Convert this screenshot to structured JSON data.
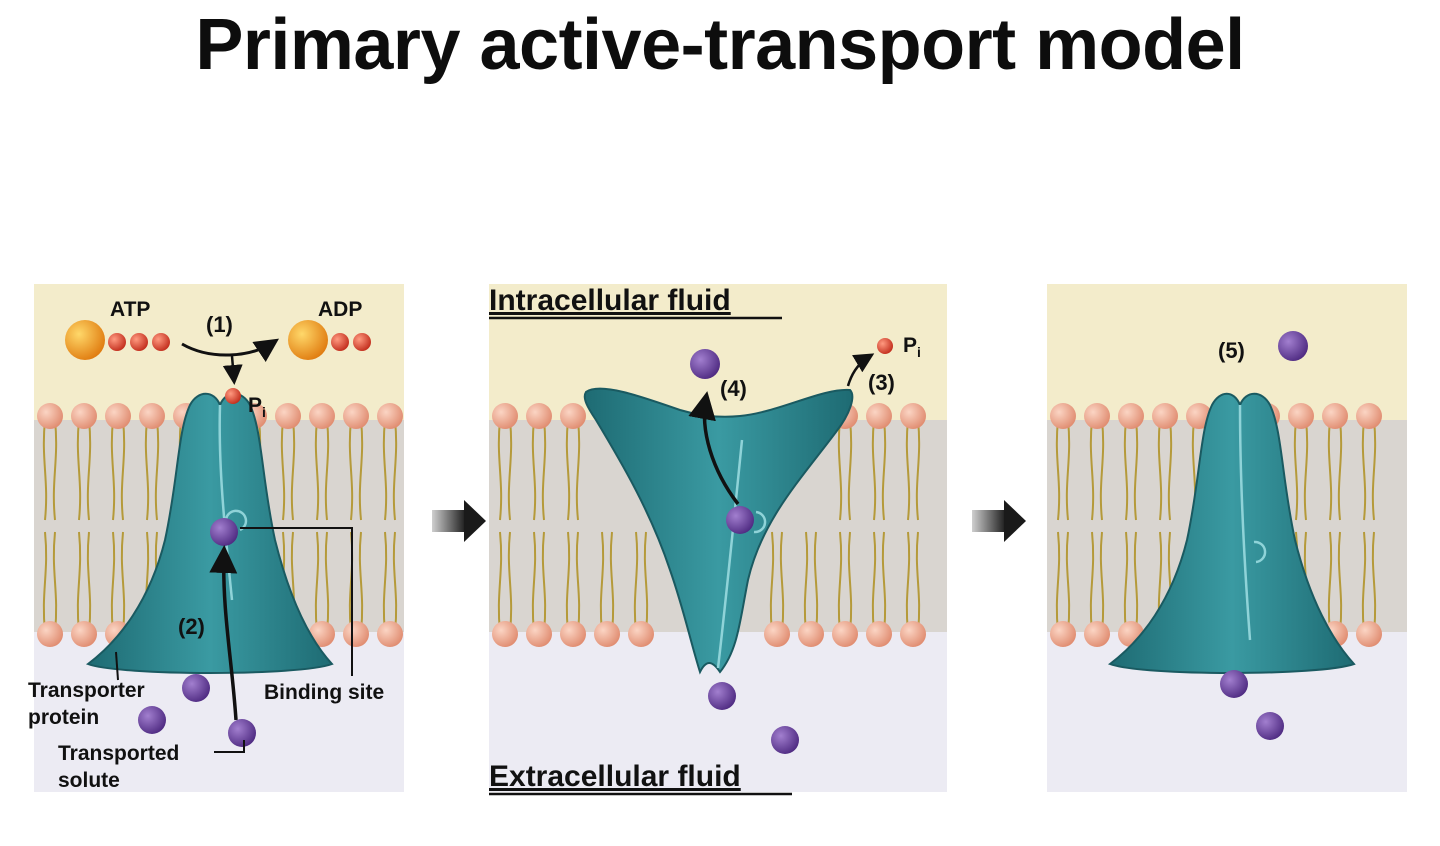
{
  "title": "Primary active-transport model",
  "labels": {
    "intracellular": "Intracellular fluid",
    "extracellular": "Extracellular fluid",
    "atp": "ATP",
    "adp": "ADP",
    "pi": "P",
    "pi_sub": "i",
    "transporter_line1": "Transporter",
    "transporter_line2": "protein",
    "solute_line1": "Transported",
    "solute_line2": "solute",
    "binding_site": "Binding site"
  },
  "steps": [
    "(1)",
    "(2)",
    "(3)",
    "(4)",
    "(5)"
  ],
  "colors": {
    "intracellular_bg": "#f3eccb",
    "extracellular_bg": "#ecebf3",
    "membrane_core": "#d9d5d0",
    "lipid_head": "#efa287",
    "lipid_tail": "#b59a3a",
    "protein": "#2a7e86",
    "solute": "#6a3f98",
    "atp_adenosine": "#f0a020",
    "phosphate": "#d9452e"
  }
}
